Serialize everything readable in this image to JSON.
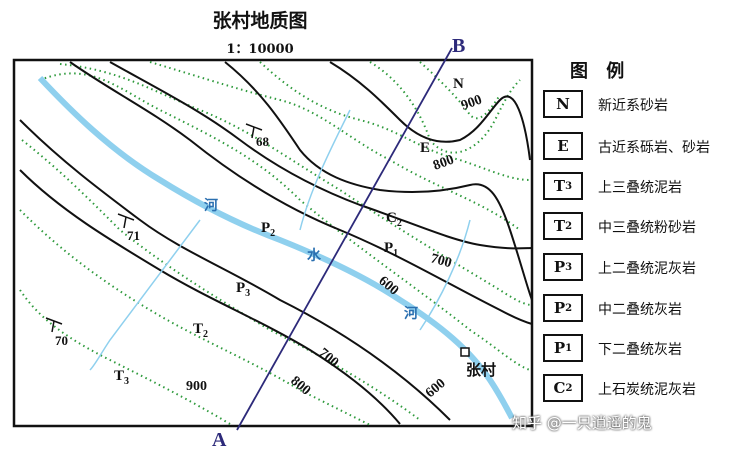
{
  "map": {
    "title": "张村地质图",
    "scale": "1：10000",
    "profile_line": {
      "start": "A",
      "end": "B"
    },
    "contour_labels": [
      "900",
      "800",
      "700",
      "600",
      "700",
      "800",
      "900",
      "600"
    ],
    "dip_labels": [
      "68",
      "71",
      "70"
    ],
    "strata_labels": {
      "N": "N",
      "E": "E",
      "C2": "C",
      "P1": "P",
      "P2": "P",
      "P3": "P",
      "T2": "T",
      "T3": "T"
    },
    "strata_subscripts": {
      "C2": "2",
      "P1": "1",
      "P2": "2",
      "P3": "3",
      "T2": "2",
      "T3": "3"
    },
    "river_chars": [
      "河",
      "水",
      "河"
    ],
    "village": "张村",
    "colors": {
      "river": "#8fd0ee",
      "contour": "#2e9a3c",
      "boundary": "#111111",
      "profile": "#2d2a7a"
    }
  },
  "legend": {
    "title": "图 例",
    "items": [
      {
        "code": "N",
        "sub": "",
        "label": "新近系砂岩"
      },
      {
        "code": "E",
        "sub": "",
        "label": "古近系砾岩、砂岩"
      },
      {
        "code": "T",
        "sub": "3",
        "label": "上三叠统泥岩"
      },
      {
        "code": "T",
        "sub": "2",
        "label": "中三叠统粉砂岩"
      },
      {
        "code": "P",
        "sub": "3",
        "label": "上二叠统泥灰岩"
      },
      {
        "code": "P",
        "sub": "2",
        "label": "中二叠统灰岩"
      },
      {
        "code": "P",
        "sub": "1",
        "label": "下二叠统灰岩"
      },
      {
        "code": "C",
        "sub": "2",
        "label": "上石炭统泥灰岩"
      }
    ]
  },
  "watermark": "知乎 @一只逍遥的鬼"
}
